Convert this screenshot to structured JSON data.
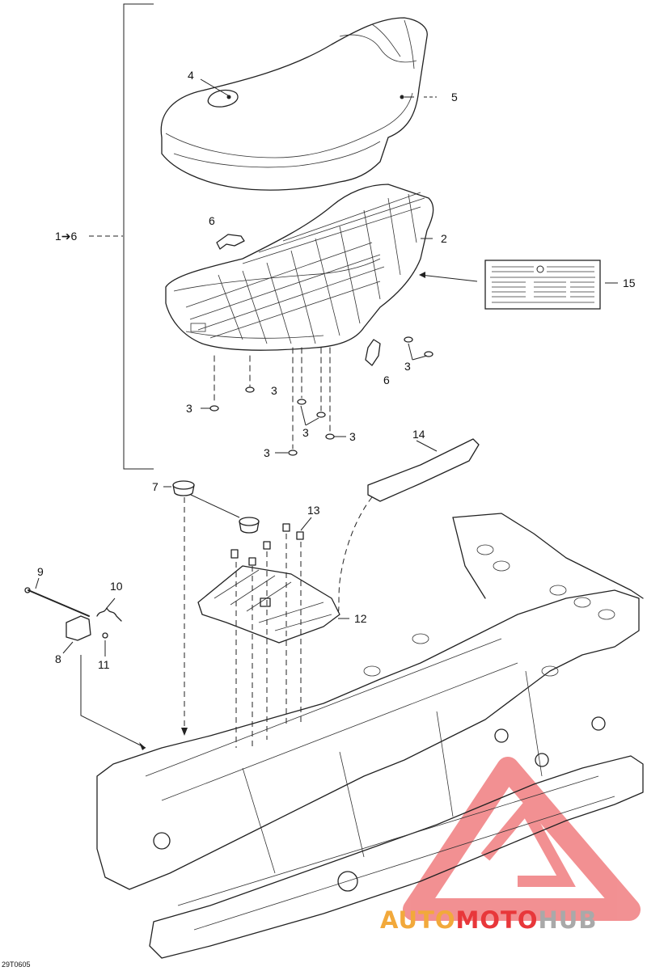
{
  "diagram": {
    "drawing_code": "29T0605",
    "bracket_label": "1➔6",
    "callouts": {
      "c2": "2",
      "c3a": "3",
      "c3b": "3",
      "c3c": "3",
      "c3d": "3",
      "c3e": "3",
      "c3f": "3",
      "c4": "4",
      "c5": "5",
      "c6a": "6",
      "c6b": "6",
      "c7": "7",
      "c8": "8",
      "c9": "9",
      "c10": "10",
      "c11": "11",
      "c12": "12",
      "c13": "13",
      "c14": "14",
      "c15": "15"
    }
  },
  "watermark": {
    "part1": "AUTO",
    "part2": "MOTO",
    "part3": "HUB",
    "color_orange": "#f2a93b",
    "color_red": "#e8373a",
    "color_grey": "#a9a9a9"
  }
}
